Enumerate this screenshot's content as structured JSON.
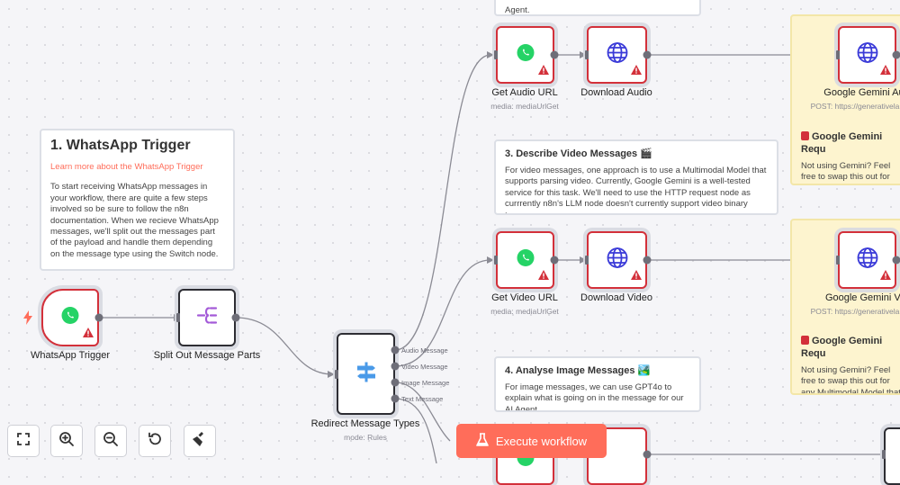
{
  "notes": {
    "trigger": {
      "title": "1. WhatsApp Trigger",
      "link": "Learn more about the WhatsApp Trigger",
      "body": "To start receiving WhatsApp messages in your workflow, there are quite a few steps involved so be sure to follow the n8n documentation. When we recieve WhatsApp messages, we'll split out the messages part of the payload and handle them depending on the message type using the Switch node."
    },
    "audio_top": {
      "body": "Agent."
    },
    "video": {
      "title": "3. Describe Video Messages 🎬",
      "body": "For video messages, one approach is to use a Multimodal Model that supports parsing video. Currently, Google Gemini is a well-tested service for this task. We'll need to use the HTTP request node as currrently n8n's LLM node doesn't currently support video binary types."
    },
    "image": {
      "title": "4. Analyse Image Messages 🏞️",
      "body": "For image messages, we can use GPT4o to explain what is going on in the message for our AI Agent."
    },
    "gemini_audio": {
      "title": "Google Gemini Requ",
      "body": "Not using Gemini? Feel free to swap this out for any Multimodal Model that supports Audio."
    },
    "gemini_video": {
      "title": "Google Gemini Requ",
      "body": "Not using Gemini? Feel free to swap this out for any Multimodal Model that supports Video."
    }
  },
  "nodes": {
    "whatsapp_trigger": {
      "label": "WhatsApp Trigger"
    },
    "split_out": {
      "label": "Split Out Message Parts"
    },
    "switch": {
      "label": "Redirect Message Types",
      "sub": "mode: Rules"
    },
    "get_audio_url": {
      "label": "Get Audio URL",
      "sub": "media: mediaUrlGet"
    },
    "download_audio": {
      "label": "Download Audio"
    },
    "gemini_audio": {
      "label": "Google Gemini Aud",
      "sub": "POST: https://generativela"
    },
    "get_video_url": {
      "label": "Get Video URL",
      "sub": "media: mediaUrlGet"
    },
    "download_video": {
      "label": "Download Video"
    },
    "gemini_video": {
      "label": "Google Gemini Vid",
      "sub": "POST: https://generativela"
    }
  },
  "switch_outputs": [
    "Audio Message",
    "Video Message",
    "Image Message",
    "Text Message"
  ],
  "controls": {
    "execute_label": "Execute workflow"
  },
  "colors": {
    "accent": "#ff6d5a",
    "error": "#d3303a",
    "note_yellow": "#fdf4cf",
    "whatsapp": "#25d366",
    "globe": "#3a3ad8"
  },
  "icons": [
    "fit-view-icon",
    "zoom-in-icon",
    "zoom-out-icon",
    "reset-zoom-icon",
    "tidy-up-icon",
    "flask-icon",
    "whatsapp-icon",
    "globe-icon",
    "split-icon",
    "switch-icon",
    "bolt-icon",
    "warning-icon"
  ]
}
